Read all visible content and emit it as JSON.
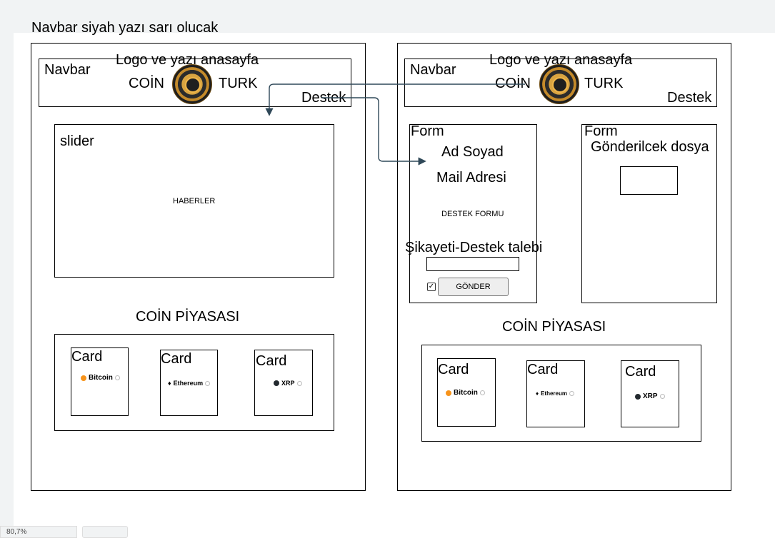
{
  "note": "Navbar siyah yazı sarı olucak",
  "left_page": {
    "navbar": {
      "label": "Navbar",
      "title": "Logo ve yazı anasayfa",
      "brand_left": "COİN",
      "brand_right": "TURK",
      "destek": "Destek"
    },
    "slider": {
      "label": "slider",
      "content": "HABERLER"
    },
    "market": {
      "heading": "COİN PİYASASI",
      "cards": [
        {
          "label": "Card",
          "coin": "Bitcoin",
          "color": "#f7931a"
        },
        {
          "label": "Card",
          "coin": "Ethereum",
          "color": "#555555"
        },
        {
          "label": "Card",
          "coin": "XRP",
          "color": "#23292f"
        }
      ]
    }
  },
  "right_page": {
    "navbar": {
      "label": "Navbar",
      "title": "Logo ve yazı anasayfa",
      "brand_left": "COİN",
      "brand_right": "TURK",
      "destek": "Destek"
    },
    "form": {
      "label": "Form",
      "name_field": "Ad Soyad",
      "mail_field": "Mail Adresi",
      "caption": "DESTEK FORMU",
      "complaint_label": "Şikayeti-Destek talebi",
      "submit": "GÖNDER",
      "checkbox_mark": "✓"
    },
    "upload": {
      "label": "Form",
      "title": "Gönderilcek dosya"
    },
    "market": {
      "heading": "COİN PİYASASI",
      "cards": [
        {
          "label": "Card",
          "coin": "Bitcoin",
          "color": "#f7931a"
        },
        {
          "label": "Card",
          "coin": "Ethereum",
          "color": "#555555"
        },
        {
          "label": "Card",
          "coin": "XRP",
          "color": "#23292f"
        }
      ]
    }
  },
  "toolbar": {
    "zoom": "80,7%"
  }
}
